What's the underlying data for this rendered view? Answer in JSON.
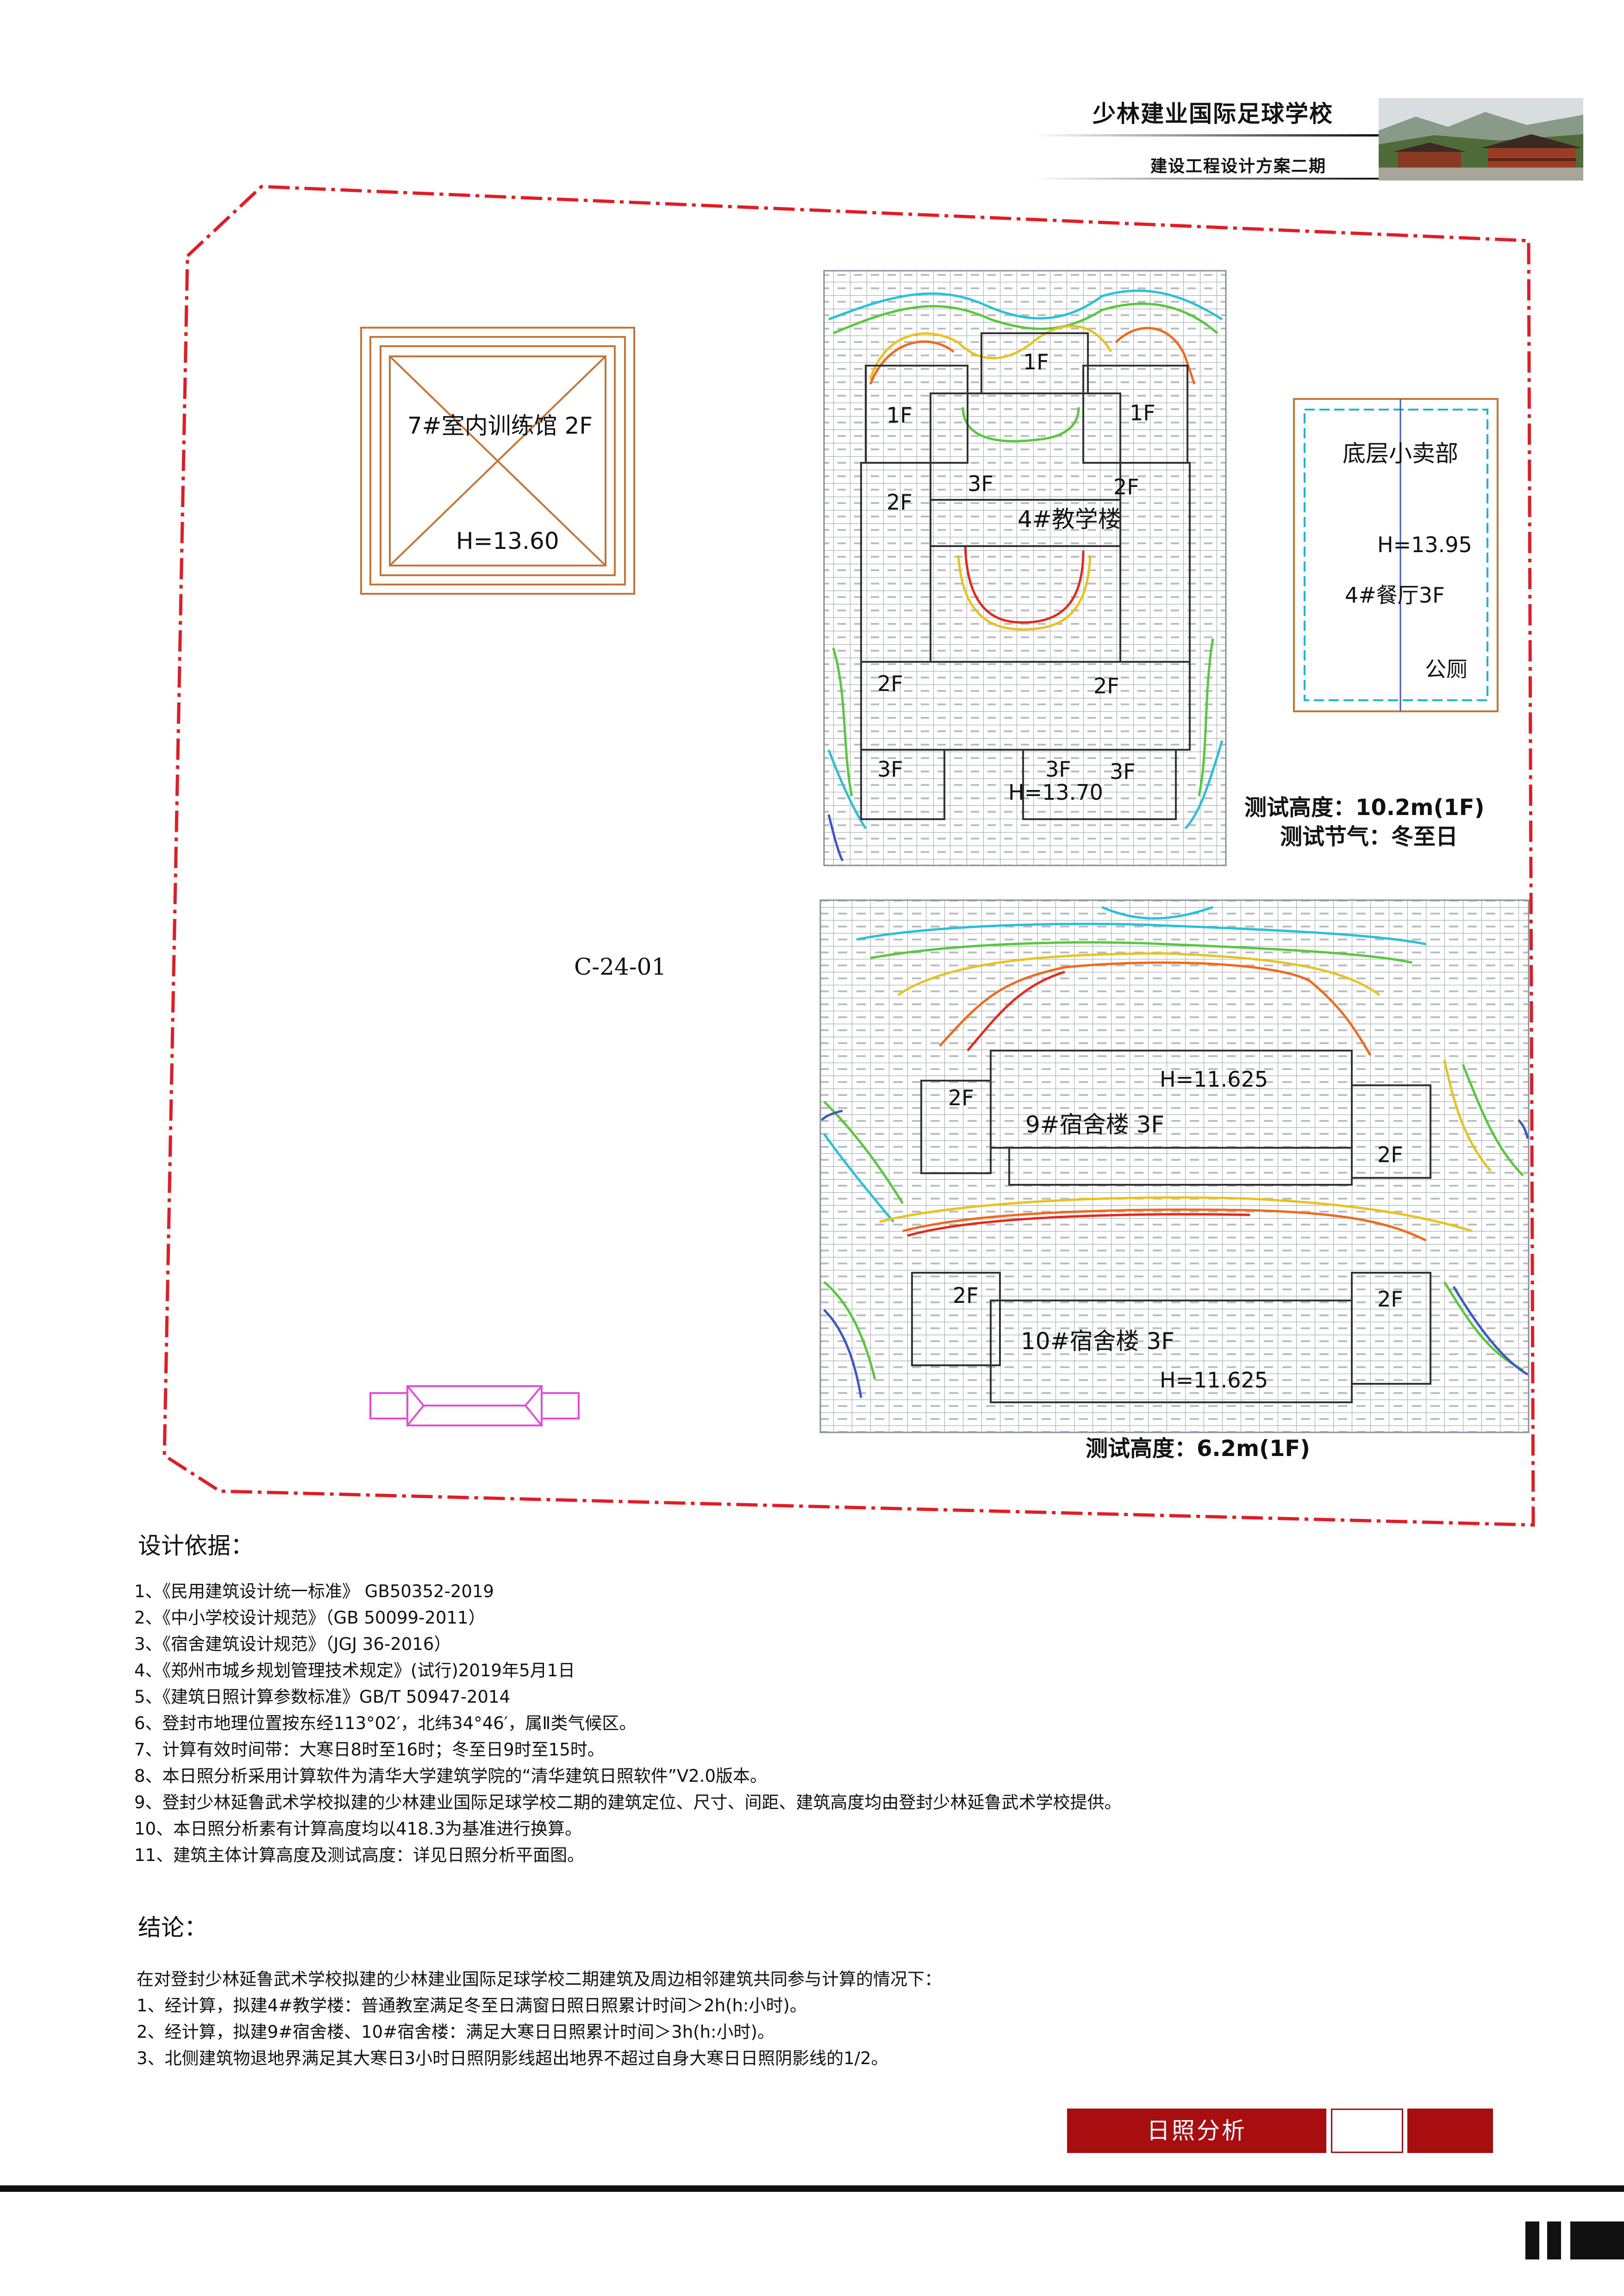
{
  "header": {
    "title": "少林建业国际足球学校",
    "subtitle": "建设工程设计方案二期"
  },
  "site": {
    "plot_code": "C-24-01",
    "buildings": {
      "gym": {
        "name": "7#室内训练馆 2F",
        "height": "H=13.60"
      },
      "canteen": {
        "shop": "底层小卖部",
        "height": "H=13.95",
        "name": "4#餐厅3F",
        "toilet": "公厕"
      },
      "teaching": {
        "name": "4#教学楼",
        "height": "H=13.70",
        "floors": [
          "1F",
          "1F",
          "1F",
          "3F",
          "2F",
          "2F",
          "2F",
          "2F",
          "3F",
          "3F",
          "3F"
        ]
      },
      "dorm9": {
        "name": "9#宿舍楼 3F",
        "height": "H=11.625",
        "floors": [
          "2F",
          "2F"
        ]
      },
      "dorm10": {
        "name": "10#宿舍楼 3F",
        "height": "H=11.625",
        "floors": [
          "2F",
          "2F"
        ]
      }
    },
    "test_info_top": {
      "height": "测试高度：10.2m(1F)",
      "season": "测试节气：冬至日"
    },
    "test_info_bottom": {
      "height": "测试高度：6.2m(1F)"
    }
  },
  "basis": {
    "title": "设计依据：",
    "items": [
      "1、《民用建筑设计统一标准》 GB50352-2019",
      "2、《中小学校设计规范》（GB 50099-2011）",
      "3、《宿舍建筑设计规范》（JGJ 36-2016）",
      "4、《郑州市城乡规划管理技术规定》(试行)2019年5月1日",
      "5、《建筑日照计算参数标准》GB/T 50947-2014",
      "6、登封市地理位置按东经113°02′，北纬34°46′，属Ⅱ类气候区。",
      "7、计算有效时间带：大寒日8时至16时；冬至日9时至15时。",
      "8、本日照分析采用计算软件为清华大学建筑学院的“清华建筑日照软件”V2.0版本。",
      "9、登封少林延鲁武术学校拟建的少林建业国际足球学校二期的建筑定位、尺寸、间距、建筑高度均由登封少林延鲁武术学校提供。",
      "10、本日照分析素有计算高度均以418.3为基准进行换算。",
      "11、建筑主体计算高度及测试高度：详见日照分析平面图。"
    ]
  },
  "conclusion": {
    "title": "结论：",
    "items": [
      "在对登封少林延鲁武术学校拟建的少林建业国际足球学校二期建筑及周边相邻建筑共同参与计算的情况下：",
      "1、经计算，拟建4#教学楼：普通教室满足冬至日满窗日照日照累计时间＞2h(h:小时)。",
      "2、经计算，拟建9#宿舍楼、10#宿舍楼：满足大寒日日照累计时间＞3h(h:小时)。",
      "3、北侧建筑物退地界满足其大寒日3小时日照阴影线超出地界不超过自身大寒日日照阴影线的1/2。"
    ]
  },
  "footer": {
    "tab_label": "日照分析"
  },
  "colors": {
    "brand_red": "#a80d10",
    "boundary_red": "#e21c24",
    "gym_orange": "#c87434"
  }
}
